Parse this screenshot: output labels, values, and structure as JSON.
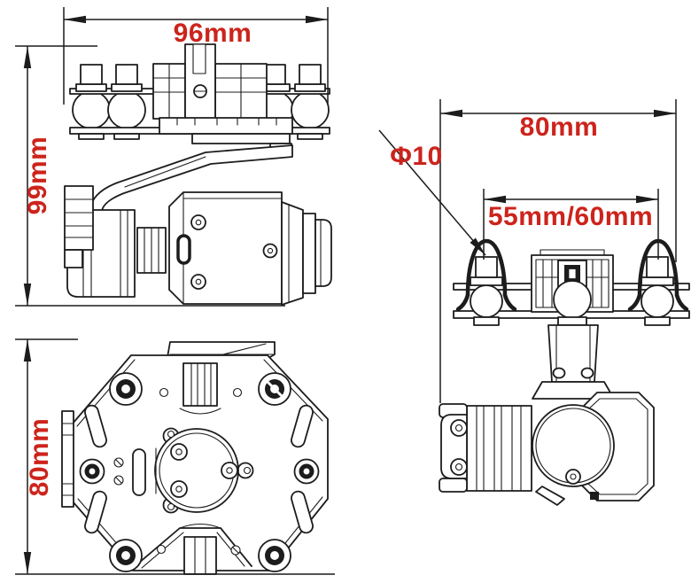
{
  "colors": {
    "background": "#ffffff",
    "line": "#1c1c1c",
    "dimension_text": "#cc241c"
  },
  "views": {
    "side": {
      "width_label": "96mm",
      "height_label": "99mm"
    },
    "top": {
      "height_label": "80mm"
    },
    "front": {
      "width_label": "80mm",
      "rail_label": "55mm/60mm",
      "damper_label": "Φ10"
    }
  }
}
